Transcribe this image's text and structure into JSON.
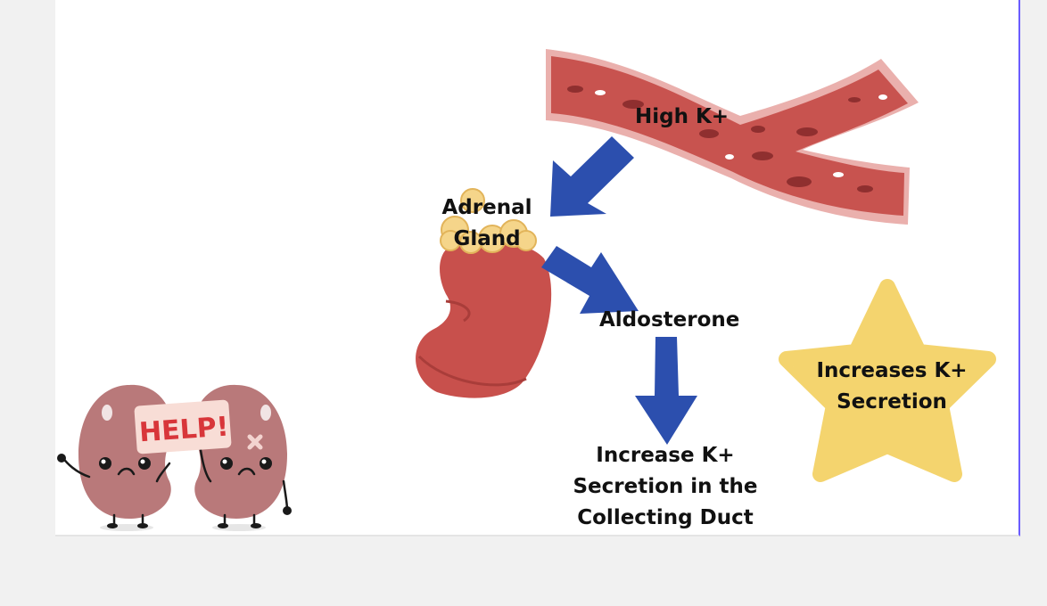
{
  "labels": {
    "high_k": "High K+",
    "adrenal": [
      "Adrenal",
      "Gland"
    ],
    "aldosterone": "Aldosterone",
    "increase_k": [
      "Increase K+",
      "Secretion in the",
      "Collecting Duct"
    ],
    "star": [
      "Increases K+",
      "Secretion"
    ],
    "help_sign": "HELP!"
  },
  "colors": {
    "arrow": "#2c4fae",
    "vessel": "#c8534f",
    "vessel_edge": "#eab0ad",
    "kidney": "#c8504c",
    "adrenal": "#f5d58a",
    "star": "#f4d46e",
    "cartoon_kidney": "#b9797a",
    "help_text": "#d8363a"
  },
  "icons": [
    "blood-vessel-icon",
    "kidney-icon",
    "adrenal-gland-icon",
    "arrow-icon",
    "star-icon",
    "sad-kidneys-icon"
  ]
}
